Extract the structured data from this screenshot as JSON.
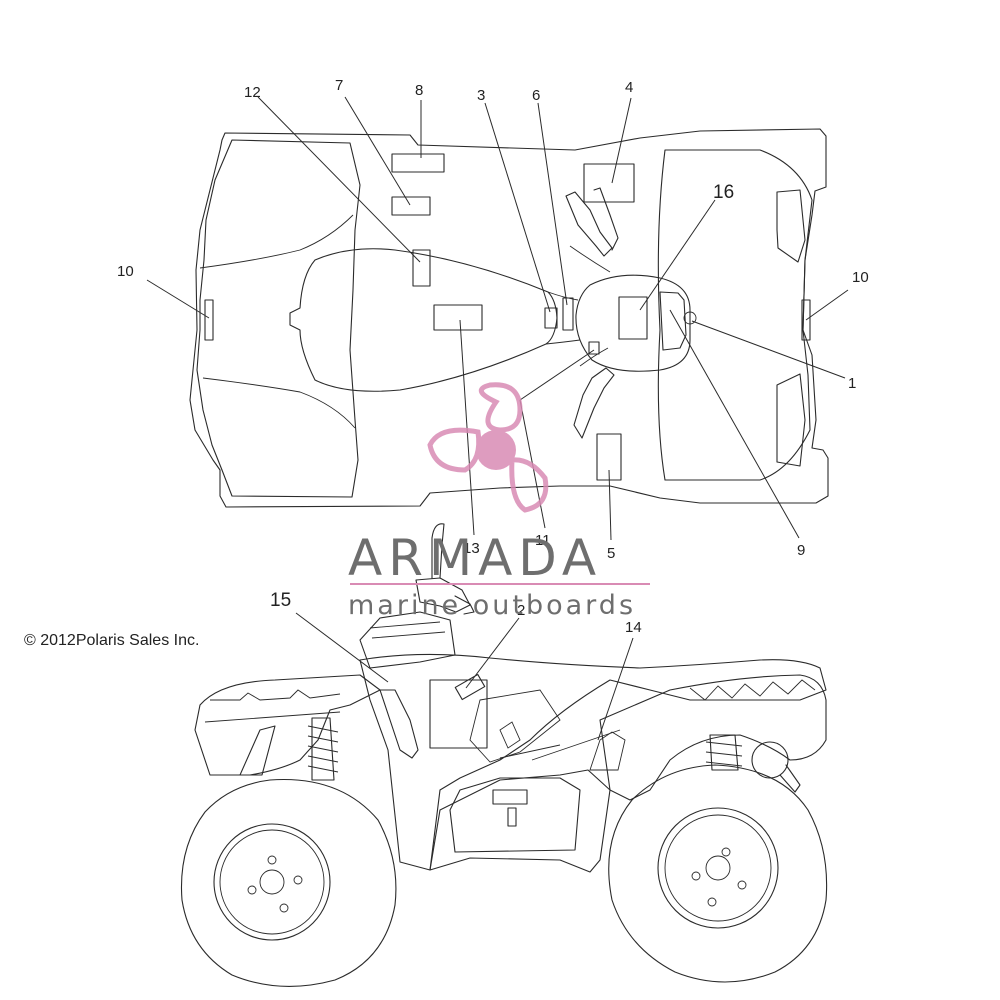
{
  "copyright": "© 2012Polaris Sales Inc.",
  "callouts": {
    "c1": "1",
    "c2": "2",
    "c3": "3",
    "c4": "4",
    "c5": "5",
    "c6": "6",
    "c7": "7",
    "c8": "8",
    "c9": "9",
    "c10_left": "10",
    "c10_right": "10",
    "c11": "11",
    "c12": "12",
    "c13": "13",
    "c14": "14",
    "c15": "15",
    "c16": "16"
  },
  "watermark": {
    "brand": "ARMADA",
    "tagline": "marine outboards",
    "colors": {
      "accent": "#d98bb4",
      "text": "#6e6e6e"
    }
  },
  "icons": [
    "propeller-logo-icon"
  ]
}
